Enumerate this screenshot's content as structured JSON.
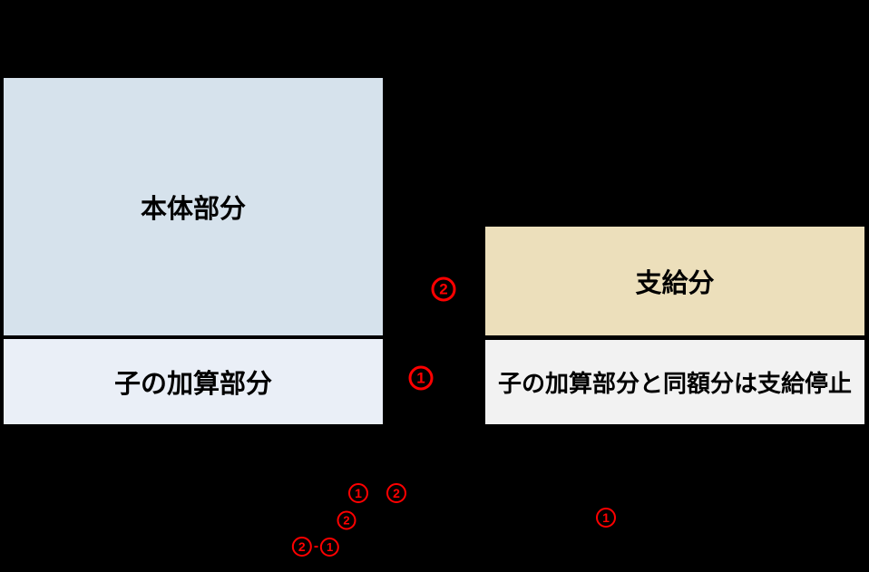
{
  "canvas": {
    "background_color": "#000000"
  },
  "diagram": {
    "left_stack": {
      "top_box": {
        "label": "本体部分",
        "bg_color": "#d6e2ec"
      },
      "bottom_box": {
        "label": "子の加算部分",
        "bg_color": "#eaeff7"
      }
    },
    "right_stack": {
      "top_box": {
        "label": "支給分",
        "bg_color": "#ecdfbb"
      },
      "bottom_box": {
        "label": "子の加算部分と同額分は支給停止",
        "bg_color": "#f2f2f2"
      }
    },
    "annotations": {
      "color": "#ff0000",
      "mid_upper_circled": {
        "digit": "2"
      },
      "mid_lower_circled": {
        "digit": "1"
      },
      "cluster_row1_first": {
        "digit": "1"
      },
      "cluster_row1_second": {
        "digit": "2"
      },
      "cluster_row2": {
        "digit": "2"
      },
      "cluster_row3": {
        "digit_a": "2",
        "minus": "-",
        "digit_b": "1"
      },
      "right_lower_circled": {
        "digit": "1"
      }
    }
  }
}
